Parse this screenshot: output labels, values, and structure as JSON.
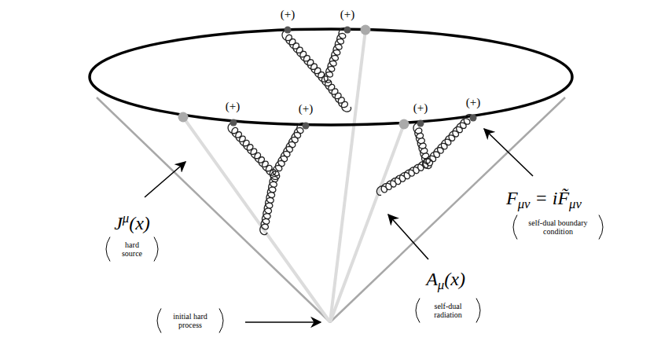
{
  "diagram": {
    "labels": [
      "(+)",
      "(+)",
      "(+)",
      "(+)",
      "(+)",
      "(+)",
      "Jμ(x)",
      "hard source",
      "Aμ(x)",
      "self-dual radiation",
      "Fμν = iF̃μν",
      "self-dual boundary condition",
      "initial hard process"
    ]
  }
}
